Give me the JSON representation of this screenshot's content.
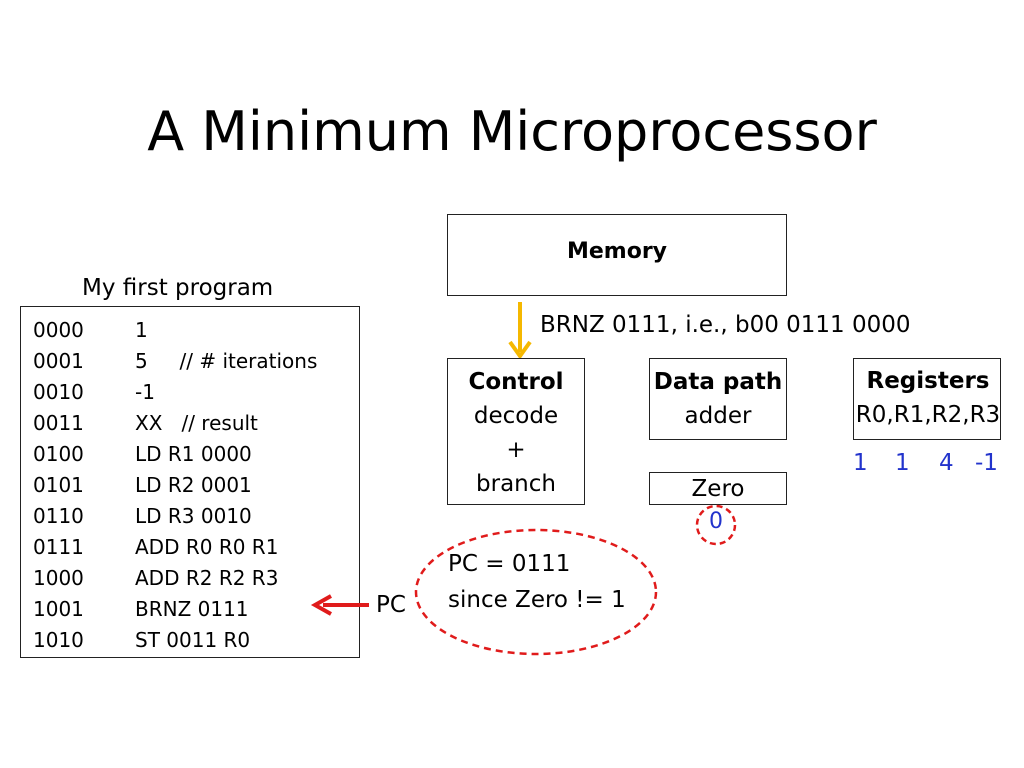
{
  "slide": {
    "title": "A Minimum Microprocessor"
  },
  "program": {
    "caption": "My first program",
    "rows": [
      {
        "addr": "0000",
        "code": "1"
      },
      {
        "addr": "0001",
        "code": "5     // # iterations"
      },
      {
        "addr": "0010",
        "code": "-1"
      },
      {
        "addr": "0011",
        "code": "XX   // result"
      },
      {
        "addr": "0100",
        "code": "LD R1 0000"
      },
      {
        "addr": "0101",
        "code": "LD R2 0001"
      },
      {
        "addr": "0110",
        "code": "LD R3 0010"
      },
      {
        "addr": "0111",
        "code": "ADD R0 R0 R1"
      },
      {
        "addr": "1000",
        "code": "ADD R2 R2 R3"
      },
      {
        "addr": "1001",
        "code": "BRNZ 0111"
      },
      {
        "addr": "1010",
        "code": "ST 0011 R0"
      }
    ],
    "pc_label": "PC"
  },
  "memory": {
    "label": "Memory",
    "fetch_text": "BRNZ 0111, i.e., b00 0111 0000"
  },
  "control": {
    "title": "Control",
    "line1": "decode",
    "line2": "+",
    "line3": "branch"
  },
  "datapath": {
    "title": "Data path",
    "line1": "adder",
    "zero_label": "Zero",
    "zero_value": "0"
  },
  "registers": {
    "title": "Registers",
    "names": "R0,R1,R2,R3",
    "values": [
      "1",
      "1",
      "4",
      "-1"
    ]
  },
  "pc_note": {
    "line1": "PC = 0111",
    "line2": "since Zero != 1"
  },
  "colors": {
    "fetch_arrow": "#f5b800",
    "pc_arrow": "#e01b1b",
    "highlight_dash": "#e01b1b",
    "register_values": "#2233cc"
  }
}
